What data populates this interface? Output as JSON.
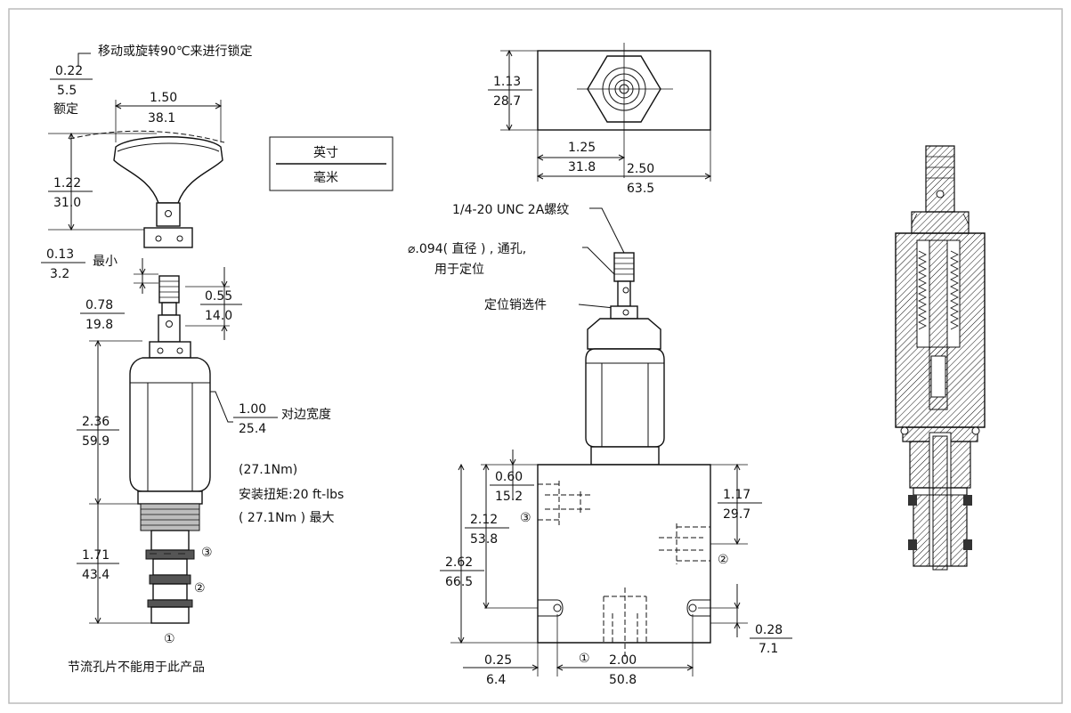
{
  "title_note": "移动或旋转90℃来进行锁定",
  "unit_legend": {
    "top": "英寸",
    "bottom": "毫米"
  },
  "left_view": {
    "offset_in": "0.22",
    "offset_mm": "5.5",
    "offset_note": "额定",
    "knob_w_in": "1.50",
    "knob_w_mm": "38.1",
    "knob_h_in": "1.22",
    "knob_h_mm": "31.0",
    "min_in": "0.13",
    "min_mm": "3.2",
    "min_note": "最小",
    "stem_in": "0.78",
    "stem_mm": "19.8",
    "stem2_in": "0.55",
    "stem2_mm": "14.0",
    "hex_in": "1.00",
    "hex_mm": "25.4",
    "hex_note": "对边宽度",
    "body_in": "2.36",
    "body_mm": "59.9",
    "torque_1": "(27.1Nm)",
    "torque_2": "安装扭矩:20 ft-lbs",
    "torque_3": "( 27.1Nm ) 最大",
    "low_in": "1.71",
    "low_mm": "43.4",
    "port3": "③",
    "port2": "②",
    "port1": "①",
    "footnote": "节流孔片不能用于此产品"
  },
  "top_view": {
    "h_in": "1.13",
    "h_mm": "28.7",
    "c_in": "1.25",
    "c_mm": "31.8",
    "w_in": "2.50",
    "w_mm": "63.5"
  },
  "middle_view": {
    "thread": "1/4-20 UNC 2A螺纹",
    "hole_1": "⌀.094( 直径 ) , 通孔,",
    "hole_2": "用于定位",
    "pin": "定位销选件",
    "p3_in": "0.60",
    "p3_mm": "15.2",
    "p3b_in": "2.12",
    "p3b_mm": "53.8",
    "total_in": "2.62",
    "total_mm": "66.5",
    "p2_in": "1.17",
    "p2_mm": "29.7",
    "edge_in": "0.28",
    "edge_mm": "7.1",
    "left_in": "0.25",
    "left_mm": "6.4",
    "bottom_in": "2.00",
    "bottom_mm": "50.8",
    "port3": "③",
    "port2": "②",
    "port1": "①"
  }
}
